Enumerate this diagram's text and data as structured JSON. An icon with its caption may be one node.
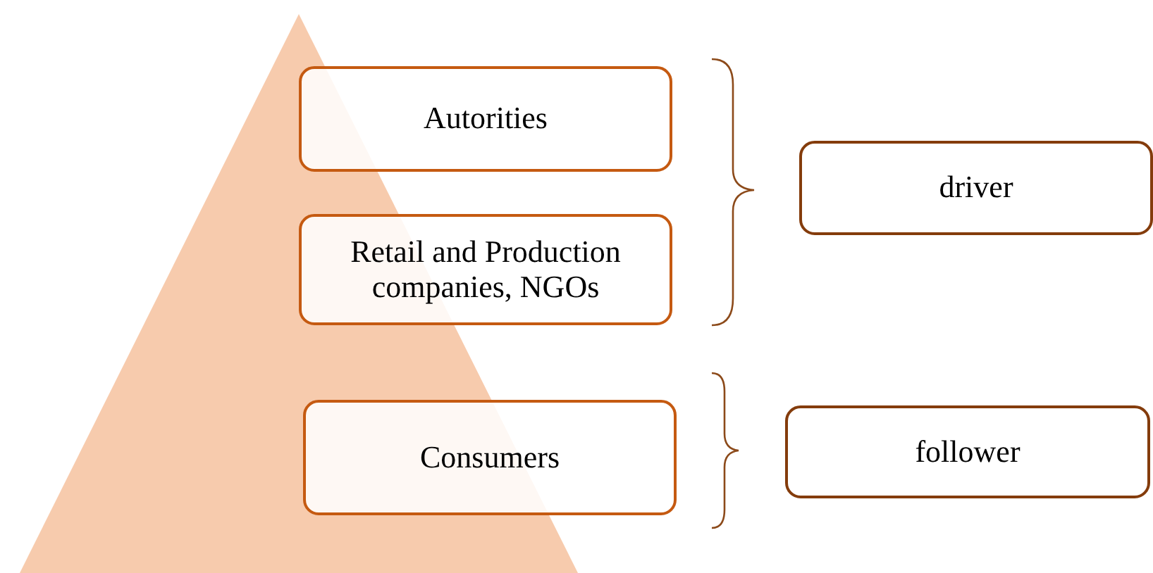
{
  "diagram": {
    "nodes": [
      {
        "text": [
          "Autorities"
        ]
      },
      {
        "text": [
          "Retail and Production companies, NGOs"
        ]
      },
      {
        "text": [
          "Consumers"
        ]
      },
      {
        "text": [
          "driver"
        ]
      },
      {
        "text": [
          "follower"
        ]
      }
    ]
  }
}
